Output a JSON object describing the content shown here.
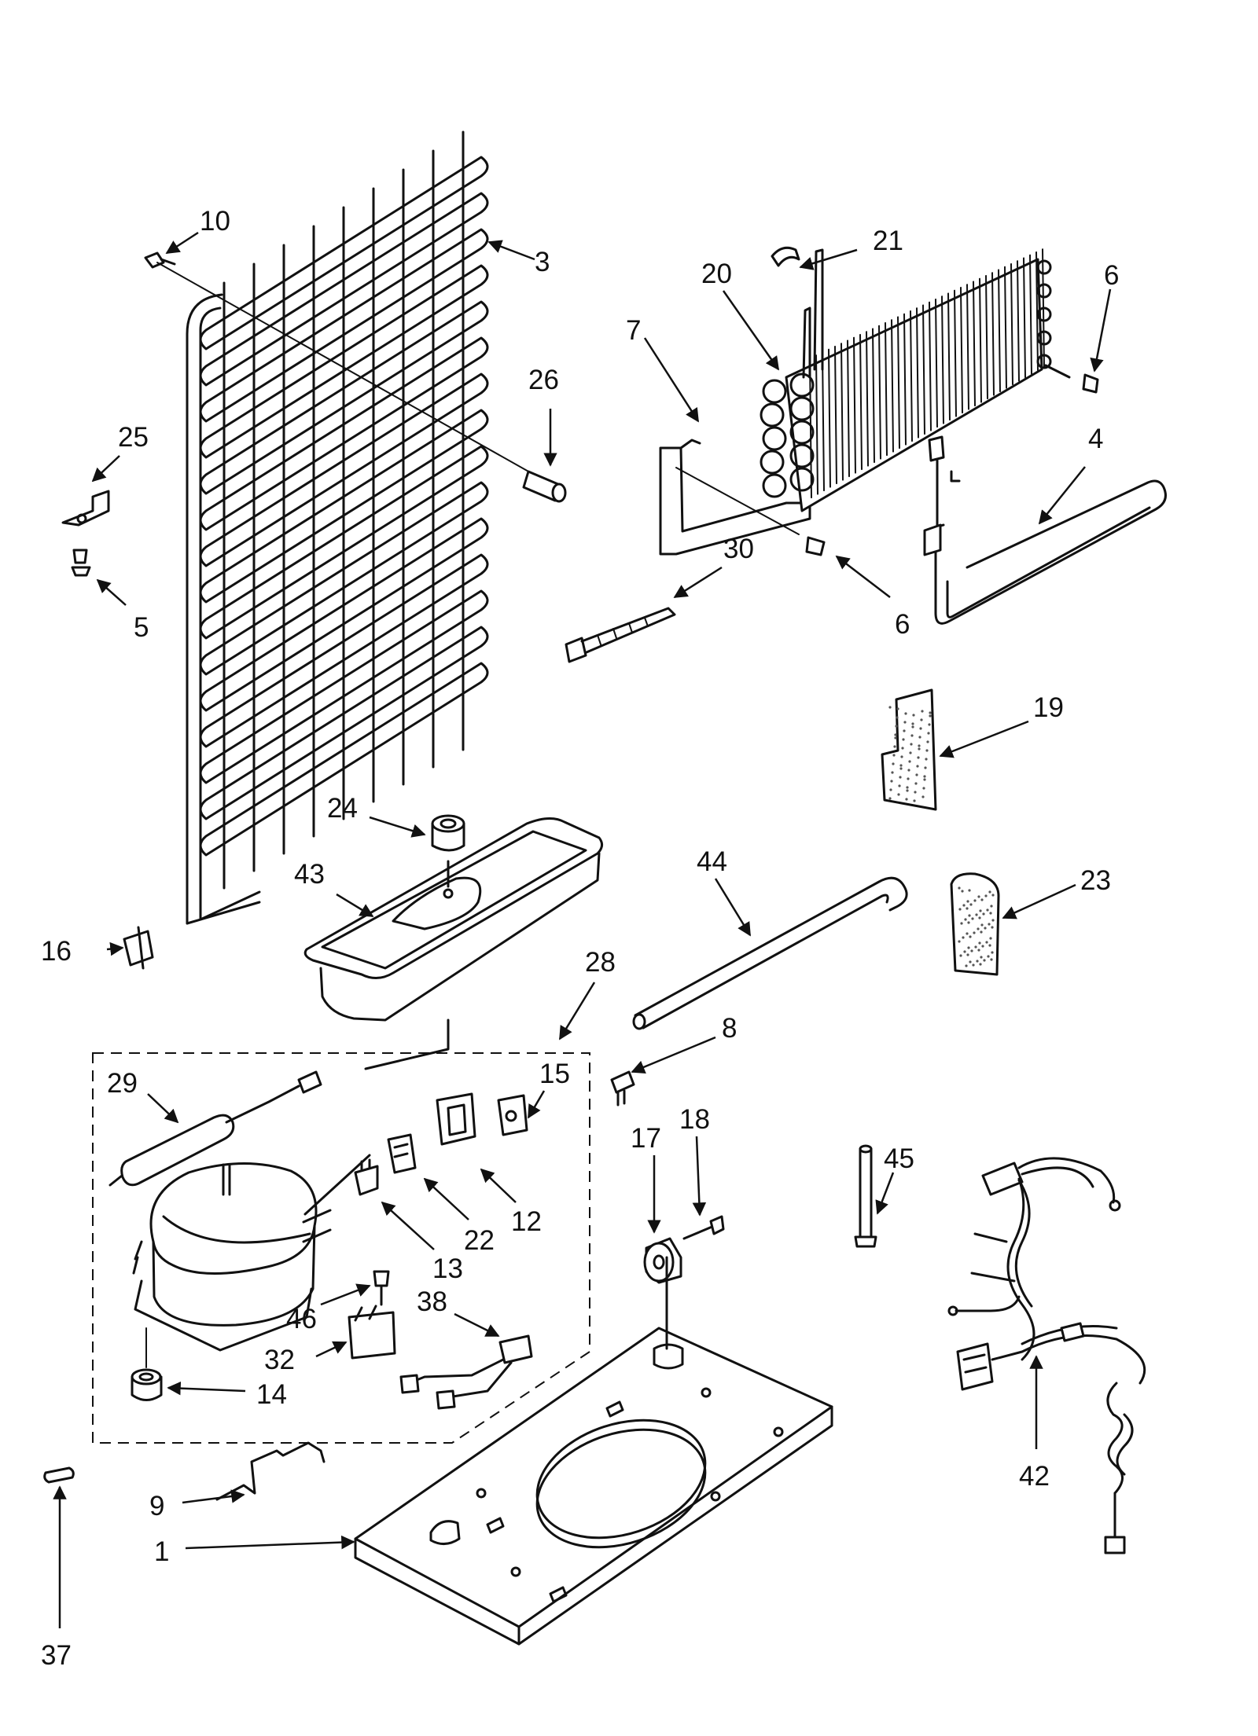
{
  "callouts": {
    "c1": "1",
    "c3": "3",
    "c4": "4",
    "c5": "5",
    "c6a": "6",
    "c6b": "6",
    "c7": "7",
    "c8": "8",
    "c9": "9",
    "c10": "10",
    "c12": "12",
    "c13": "13",
    "c14": "14",
    "c15": "15",
    "c16": "16",
    "c17": "17",
    "c18": "18",
    "c19": "19",
    "c20": "20",
    "c21": "21",
    "c22": "22",
    "c23": "23",
    "c24": "24",
    "c25": "25",
    "c26": "26",
    "c28": "28",
    "c29": "29",
    "c30": "30",
    "c32": "32",
    "c37": "37",
    "c38": "38",
    "c42": "42",
    "c43": "43",
    "c44": "44",
    "c45": "45",
    "c46": "46"
  }
}
